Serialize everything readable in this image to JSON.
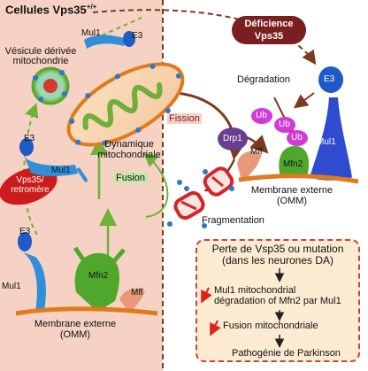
{
  "left_panel": {
    "title": "Cellules Vps35",
    "title_sup": "+/+",
    "vesicle_label": [
      "Vésicule dérivée",
      "mitochondrie"
    ],
    "vps35_label": [
      "Vps35/",
      "retromère"
    ],
    "fusion_label": "Fusion",
    "dynamics_label": [
      "Dynamique",
      "mitochondriale"
    ],
    "membrane_label": [
      "Membrane externe",
      "(OMM)"
    ],
    "proteins": {
      "e3_top": "E3",
      "mul1_top": "Mul1",
      "e3_mid": "E3",
      "mul1_mid": "Mul1",
      "e3_low": "E3",
      "mul1_low": "Mul1",
      "mfn2": "Mfn2",
      "mff": "Mff"
    }
  },
  "right_panel": {
    "deficiency_label": [
      "Déficience",
      "Vps35"
    ],
    "degradation_label": "Dégradation",
    "e3": "E3",
    "ub_tags": [
      "Ub",
      "Ub",
      "Ub"
    ],
    "mul1": "Mul1",
    "mfn2": "Mfn2",
    "drp1": "Drp1",
    "mff": "Mff",
    "fission_label": "Fission",
    "membrane_label": [
      "Membrane externe",
      "(OMM)"
    ],
    "fragmentation_label": "Fragmentation"
  },
  "pathway_box": {
    "title": [
      "Perte de Vsp35 ou mutation",
      "(dans les neurones DA)"
    ],
    "step1": [
      "Mul1 mitochondrial",
      "dégradation of Mfn2 par Mul1"
    ],
    "step2": "Fusion mitochondriale",
    "step3": "Pathogénie de Parkinson",
    "arrow_color": "#e0201b"
  },
  "colors": {
    "left_bg": "#f5d2c3",
    "divider": "#7a3b1f",
    "mul1_blue": "#2f8fd8",
    "e3_blue": "#1e5bc6",
    "mfn2_green": "#4fa82b",
    "mff_orange": "#e8997a",
    "drp1_purple": "#6a3e8f",
    "ub_magenta": "#d23ad8",
    "vps35_red": "#cc1b1b",
    "mito_green": "#8cc150",
    "membrane_orange": "#e07a1c",
    "box_fill": "#fdebd2",
    "box_border": "#c2463a"
  }
}
